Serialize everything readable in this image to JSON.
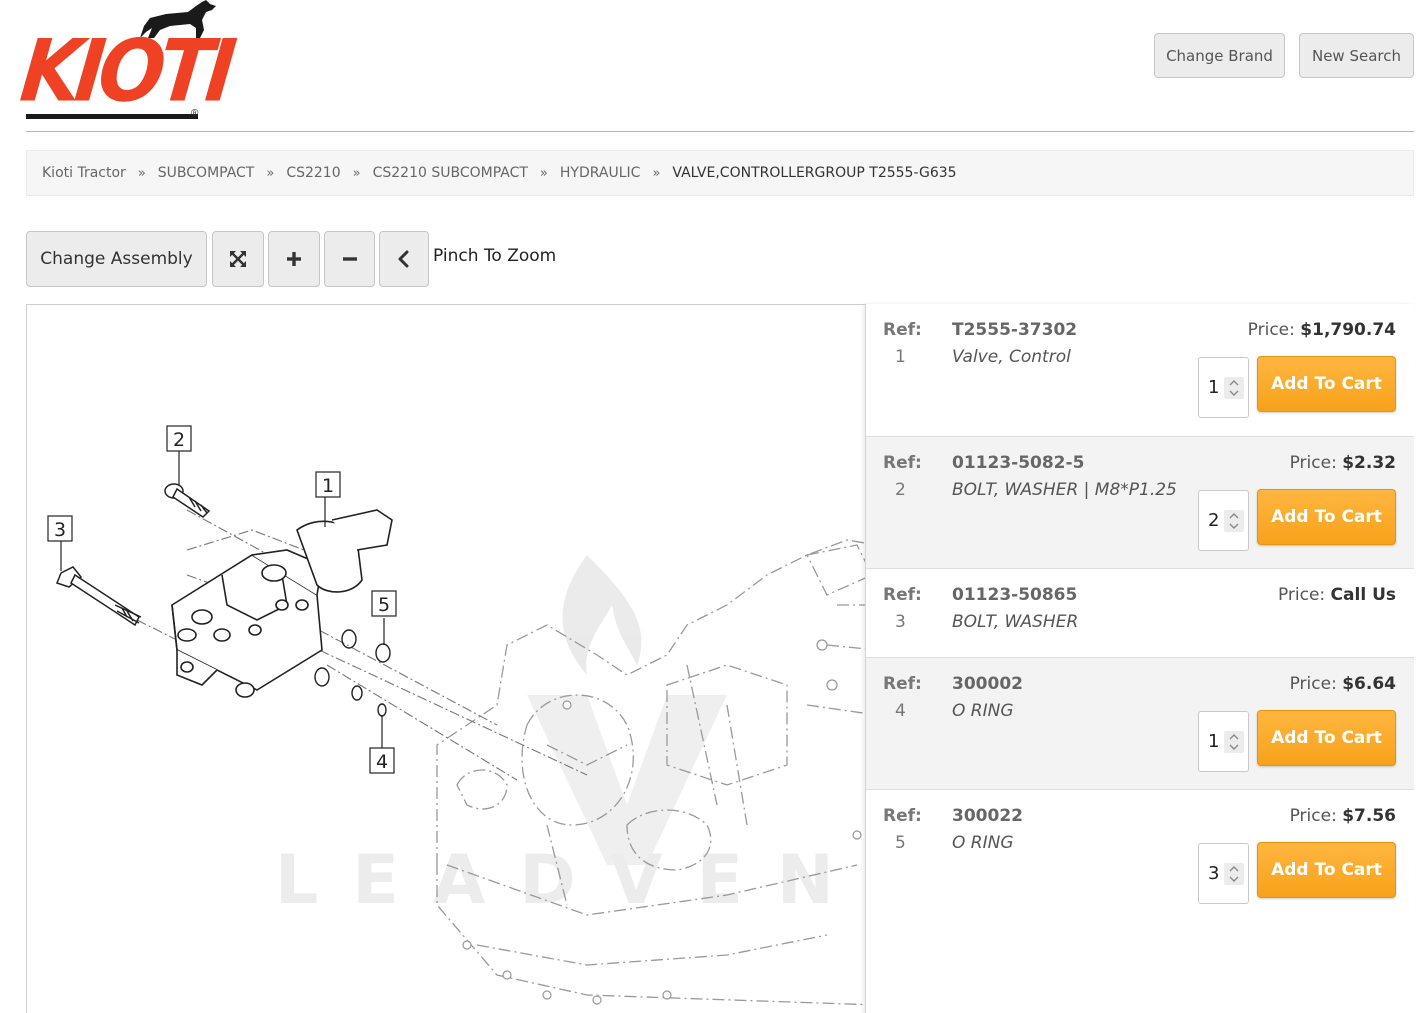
{
  "header": {
    "logo_text": "KIOTI",
    "logo_reg": "®",
    "change_brand_label": "Change Brand",
    "new_search_label": "New Search"
  },
  "breadcrumb": [
    "Kioti Tractor",
    "SUBCOMPACT",
    "CS2210",
    "CS2210 SUBCOMPACT",
    "HYDRAULIC",
    "VALVE,CONTROLLERGROUP T2555-G635"
  ],
  "toolbar": {
    "change_assembly_label": "Change Assembly",
    "pinch_label": "Pinch To Zoom",
    "icons": [
      "expand-icon",
      "plus-icon",
      "minus-icon",
      "chevron-left-icon"
    ]
  },
  "diagram": {
    "callouts": [
      "1",
      "2",
      "3",
      "4",
      "5"
    ],
    "watermark": "LEADVENTURE"
  },
  "parts": {
    "ref_label": "Ref:",
    "price_label": "Price:",
    "add_label": "Add To Cart",
    "items": [
      {
        "ref": "1",
        "part_number": "T2555-37302",
        "description": "Valve, Control",
        "price": "$1,790.74",
        "qty": "1"
      },
      {
        "ref": "2",
        "part_number": "01123-5082-5",
        "description": "BOLT, WASHER | M8*P1.25",
        "price": "$2.32",
        "qty": "2"
      },
      {
        "ref": "3",
        "part_number": "01123-50865",
        "description": "BOLT, WASHER",
        "price": "Call Us",
        "qty": ""
      },
      {
        "ref": "4",
        "part_number": "300002",
        "description": "O RING",
        "price": "$6.64",
        "qty": "1"
      },
      {
        "ref": "5",
        "part_number": "300022",
        "description": "O RING",
        "price": "$7.56",
        "qty": "3"
      }
    ]
  },
  "colors": {
    "brand_red": "#ef4123",
    "add_to_cart": "#f7a21b",
    "panel_alt": "#f3f3f3"
  }
}
